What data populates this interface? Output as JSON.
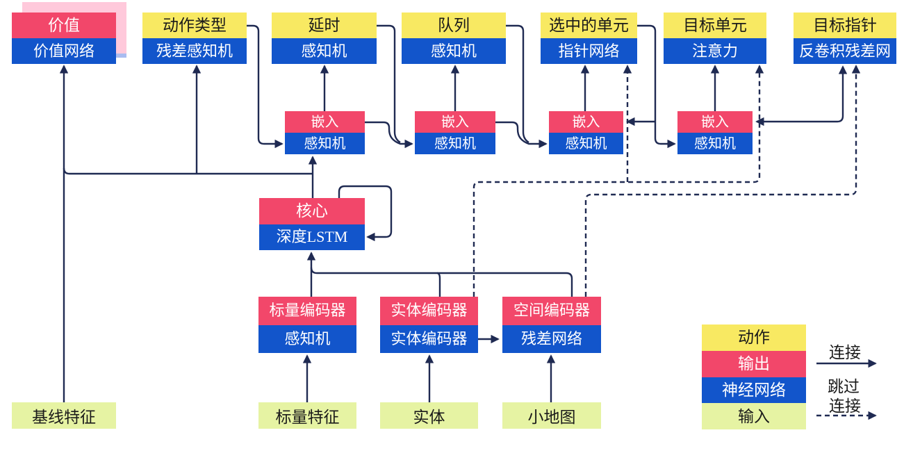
{
  "heads": [
    {
      "header": "价值",
      "body": "价值网络"
    },
    {
      "header": "动作类型",
      "body": "残差感知机"
    },
    {
      "header": "延时",
      "body": "感知机"
    },
    {
      "header": "队列",
      "body": "感知机"
    },
    {
      "header": "选中的单元",
      "body": "指针网络"
    },
    {
      "header": "目标单元",
      "body": "注意力"
    },
    {
      "header": "目标指针",
      "body": "反卷积残差网"
    }
  ],
  "embeddings": [
    {
      "header": "嵌入",
      "body": "感知机"
    },
    {
      "header": "嵌入",
      "body": "感知机"
    },
    {
      "header": "嵌入",
      "body": "感知机"
    },
    {
      "header": "嵌入",
      "body": "感知机"
    }
  ],
  "core": {
    "header": "核心",
    "body": "深度LSTM"
  },
  "encoders": [
    {
      "header": "标量编码器",
      "body": "感知机"
    },
    {
      "header": "实体编码器",
      "body": "实体编码器"
    },
    {
      "header": "空间编码器",
      "body": "残差网络"
    }
  ],
  "inputs": [
    "基线特征",
    "标量特征",
    "实体",
    "小地图"
  ],
  "legend": {
    "items": [
      {
        "label": "动作",
        "color": "#F8E962"
      },
      {
        "label": "输出",
        "color": "#F2476A"
      },
      {
        "label": "神经网络",
        "color": "#1255CB"
      },
      {
        "label": "输入",
        "color": "#E6F3A3"
      }
    ],
    "connection_label": "连接",
    "skip_label_line1": "跳过",
    "skip_label_line2": "连接"
  },
  "colors": {
    "action_yellow": "#F8E962",
    "output_red": "#F2476A",
    "network_blue": "#1255CB",
    "input_green": "#E6F3A3",
    "wire_navy": "#1F2A52",
    "stack_pink": "#FFC9DB",
    "stack_periwinkle": "#A9BCF0"
  }
}
